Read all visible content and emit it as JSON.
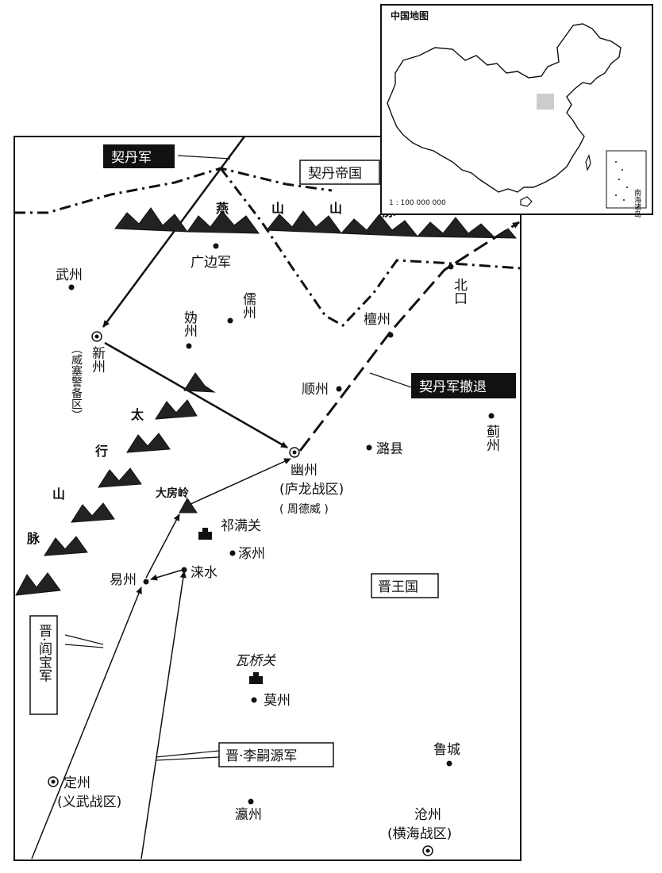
{
  "forces": {
    "khitan_army": "契丹军",
    "khitan_retreat": "契丹军撤退",
    "jin_yanbao": "晋·阎宝军",
    "jin_lisiyuan": "晋·李嗣源军"
  },
  "states": {
    "khitan_empire": "契丹帝国",
    "jin_kingdom": "晋王国"
  },
  "mountains": {
    "yan_1": "燕",
    "yan_2": "山",
    "yan_3": "山",
    "yan_4": "脉",
    "tai_1": "太",
    "tai_2": "行",
    "tai_3": "山",
    "tai_4": "脉"
  },
  "places": {
    "guangbian": "广边军",
    "wuzhou": "武州",
    "guizhou": "妫州",
    "ruzhou": "儒州",
    "xinzhou": "新州",
    "xinzhou_sub": "（威塞警备区）",
    "tanzhou": "檀州",
    "beikou": "北口",
    "shunzhou": "顺州",
    "jizhou": "蓟州",
    "luxian": "潞县",
    "youzhou": "幽州",
    "youzhou_sub1": "(庐龙战区)",
    "youzhou_sub2": "( 周德威 )",
    "dafangling": "大房岭",
    "qimanguan": "祁满关",
    "zhuozhou": "涿州",
    "yizhou": "易州",
    "laishui": "涞水",
    "waqiaoguan": "瓦桥关",
    "mozhou": "莫州",
    "lucheng": "鲁城",
    "dingzhou": "定州",
    "dingzhou_sub": "(义武战区)",
    "yingzhou": "瀛州",
    "cangzhou": "沧州",
    "cangzhou_sub": "(横海战区)"
  },
  "inset": {
    "title": "中国地图",
    "scale": "1 : 100 000 000",
    "south_sea": "南海诸岛"
  },
  "colors": {
    "ink": "#111111",
    "highlight": "#cccccc",
    "box_dark": "#111111"
  }
}
